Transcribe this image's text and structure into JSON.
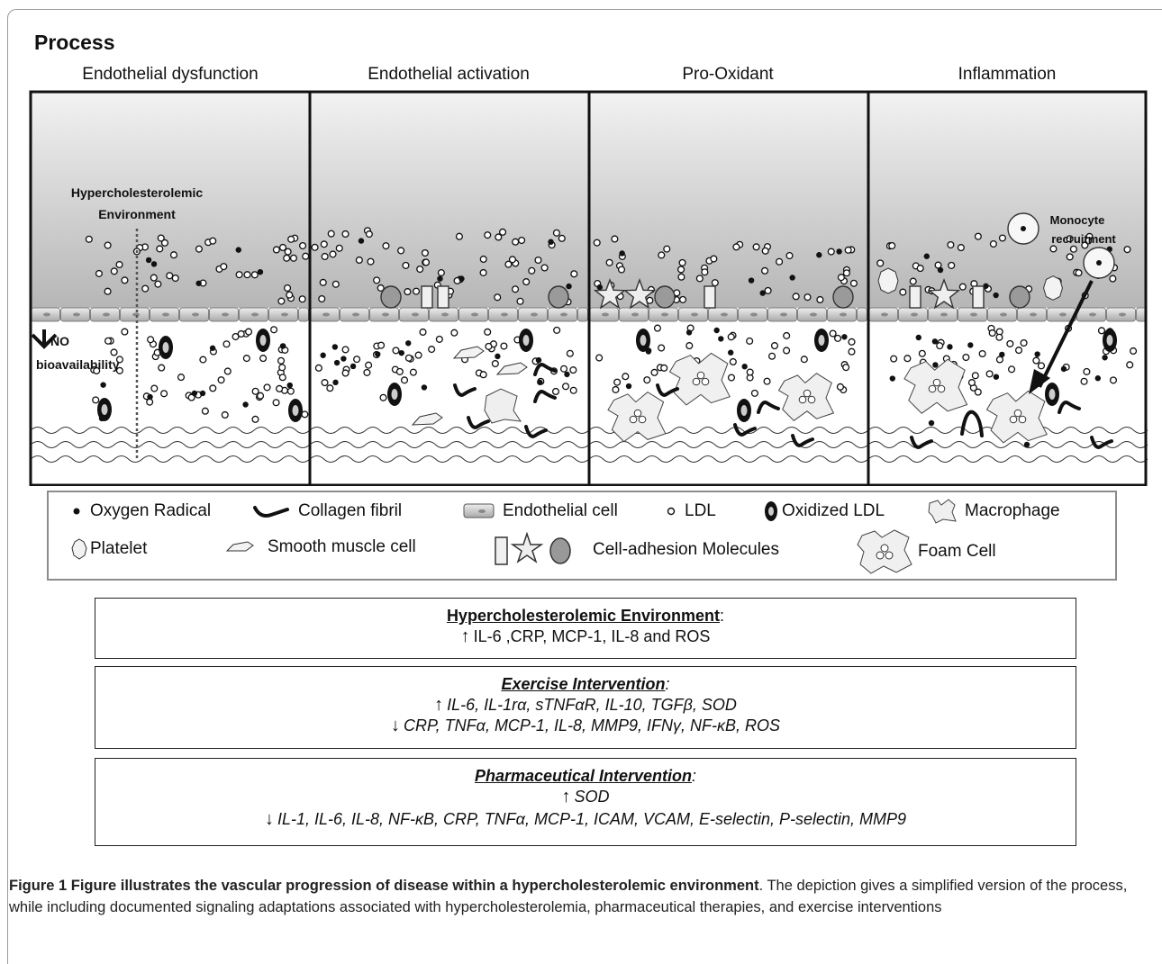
{
  "process_title": "Process",
  "stages": [
    {
      "title": "Endothelial dysfunction"
    },
    {
      "title": "Endothelial activation"
    },
    {
      "title": "Pro-Oxidant"
    },
    {
      "title": "Inflammation"
    }
  ],
  "annotations": {
    "hyper_env_line1": "Hypercholesterolemic",
    "hyper_env_line2": "Environment",
    "no_label": "NO",
    "bioavailability": "bioavailability",
    "monocyte_line1": "Monocyte",
    "monocyte_line2": "recruitment"
  },
  "legend": {
    "oxygen_radical": "Oxygen  Radical",
    "collagen_fibril": "Collagen fibril",
    "endothelial_cell": "Endothelial cell",
    "ldl": "LDL",
    "oxidized_ldl": "Oxidized LDL",
    "macrophage": "Macrophage",
    "platelet": "Platelet",
    "smooth_muscle": "Smooth muscle cell",
    "cam": "Cell-adhesion Molecules",
    "foam_cell": "Foam Cell"
  },
  "boxes": {
    "hyper": {
      "heading": "Hypercholesterolemic Environment",
      "heading_suffix": ":",
      "up": "IL-6 ,CRP, MCP-1, IL-8 and ROS"
    },
    "exercise": {
      "heading": "Exercise Intervention",
      "heading_suffix": ":",
      "up": "IL-6, IL-1rα, sTNFαR, IL-10, TGFβ, SOD",
      "down": "CRP, TNFα, MCP-1, IL-8, MMP9, IFNγ, NF-κB, ROS"
    },
    "pharma": {
      "heading": "Pharmaceutical Intervention",
      "heading_suffix": ":",
      "up": "SOD",
      "down": "IL-1, IL-6, IL-8, NF-κB, CRP, TNFα, MCP-1, ICAM, VCAM, E-selectin, P-selectin, MMP9"
    }
  },
  "caption": {
    "bold": "Figure 1 Figure illustrates the vascular progression of disease within a hypercholesterolemic environment",
    "text": ". The depiction gives a simplified version of the process, while including documented signaling adaptations associated with hypercholesterolemia, pharmaceutical therapies, and exercise interventions"
  }
}
